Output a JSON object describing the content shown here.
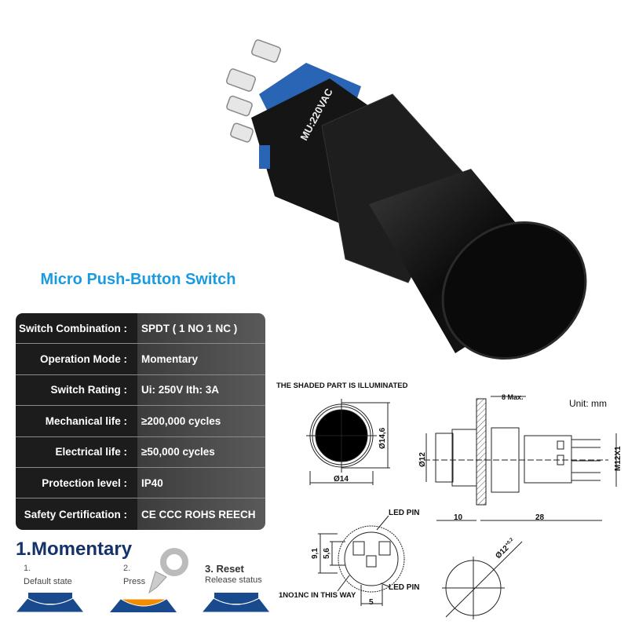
{
  "title": "Micro Push-Button Switch",
  "product_marking": "MU:220VAC",
  "specs": [
    {
      "label": "Switch Combination :",
      "value": "SPDT ( 1 NO 1 NC )"
    },
    {
      "label": "Operation Mode :",
      "value": "Momentary"
    },
    {
      "label": "Switch Rating :",
      "value": "Ui: 250V  Ith: 3A"
    },
    {
      "label": "Mechanical life :",
      "value": "≥200,000 cycles"
    },
    {
      "label": "Electrical life :",
      "value": "≥50,000 cycles"
    },
    {
      "label": "Protection level :",
      "value": "IP40"
    },
    {
      "label": "Safety Certification :",
      "value": "CE  CCC ROHS REECH"
    }
  ],
  "drawing": {
    "note": "THE SHADED PART IS ILLUMINATED",
    "unit": "Unit: mm",
    "dia_14_6": "Ø14,6",
    "dia_14": "Ø14",
    "max_8": "8 Max.",
    "dia_12": "Ø12",
    "thread": "M12X1",
    "len_10": "10",
    "len_28": "28",
    "led_pin_top": "LED PIN",
    "led_pin_bottom": "LED PIN",
    "dim_9_1": "9,1",
    "dim_5_6": "5,6",
    "dim_5": "5",
    "wiring_note": "1NO1NC IN THIS WAY",
    "cutout": "Ø12",
    "cutout_tol": "+0.2",
    "cutout_tol2": "0"
  },
  "momentary": {
    "heading": "1.Momentary",
    "steps": [
      {
        "num": "1.",
        "text": "Default state"
      },
      {
        "num": "2.",
        "text": "Press"
      },
      {
        "num": "3. Reset",
        "text": "Release status"
      }
    ],
    "colors": {
      "navy": "#1a4a8e",
      "press": "#f28c00"
    }
  }
}
